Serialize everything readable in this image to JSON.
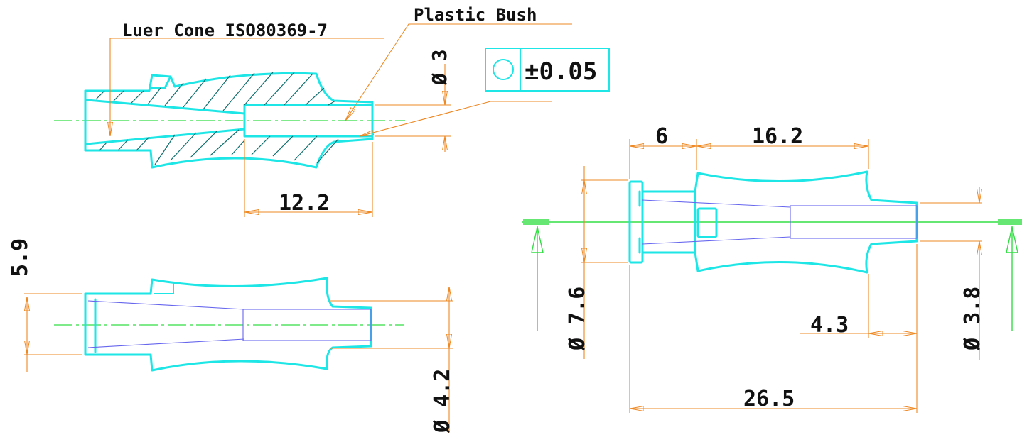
{
  "labels": {
    "luer_cone": "Luer Cone ISO80369-7",
    "plastic_bush": "Plastic Bush"
  },
  "tolerance": {
    "value": "±0.05"
  },
  "dimensions": {
    "d_bore": "Ø 3",
    "bush_len": "12.2",
    "flange_h": "5.9",
    "d_tip": "Ø 4.2",
    "flange_w": "6",
    "body_len": "16.2",
    "d_body": "Ø 7.6",
    "tip_len": "4.3",
    "total_len": "26.5",
    "d_tip_right": "Ø 3.8"
  },
  "colors": {
    "part": "#1EE6E6",
    "dimension": "#EE8822",
    "centerline": "#33DD44",
    "hidden": "#6666EE",
    "text": "#111111"
  }
}
